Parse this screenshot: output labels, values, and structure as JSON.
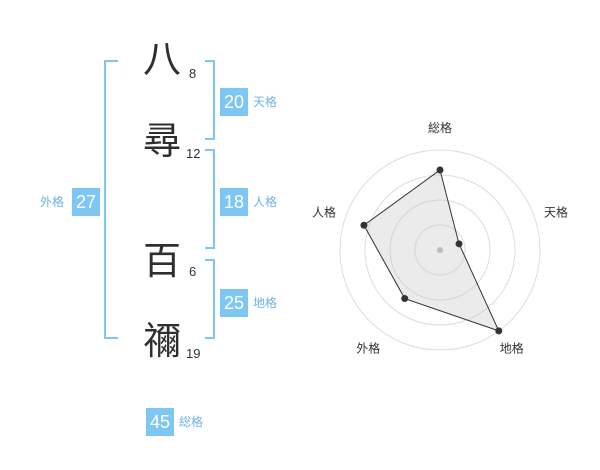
{
  "name": {
    "chars": [
      {
        "char": "八",
        "strokes": "8"
      },
      {
        "char": "尋",
        "strokes": "12"
      },
      {
        "char": "百",
        "strokes": "6"
      },
      {
        "char": "禰",
        "strokes": "19"
      }
    ]
  },
  "scores": {
    "tenkaku": {
      "value": "20",
      "label": "天格"
    },
    "jinkaku": {
      "value": "18",
      "label": "人格"
    },
    "chikaku": {
      "value": "25",
      "label": "地格"
    },
    "gaikaku": {
      "value": "27",
      "label": "外格"
    },
    "soukaku": {
      "value": "45",
      "label": "総格"
    }
  },
  "colors": {
    "accent": "#7fc7f3",
    "bracket": "#7cc8f0"
  },
  "chart_data": {
    "type": "radar",
    "axes": [
      "総格",
      "天格",
      "地格",
      "外格",
      "人格"
    ],
    "values": [
      0.8,
      0.2,
      1.0,
      0.6,
      0.8
    ],
    "max": 1.0,
    "rings": 4,
    "grid": true
  }
}
